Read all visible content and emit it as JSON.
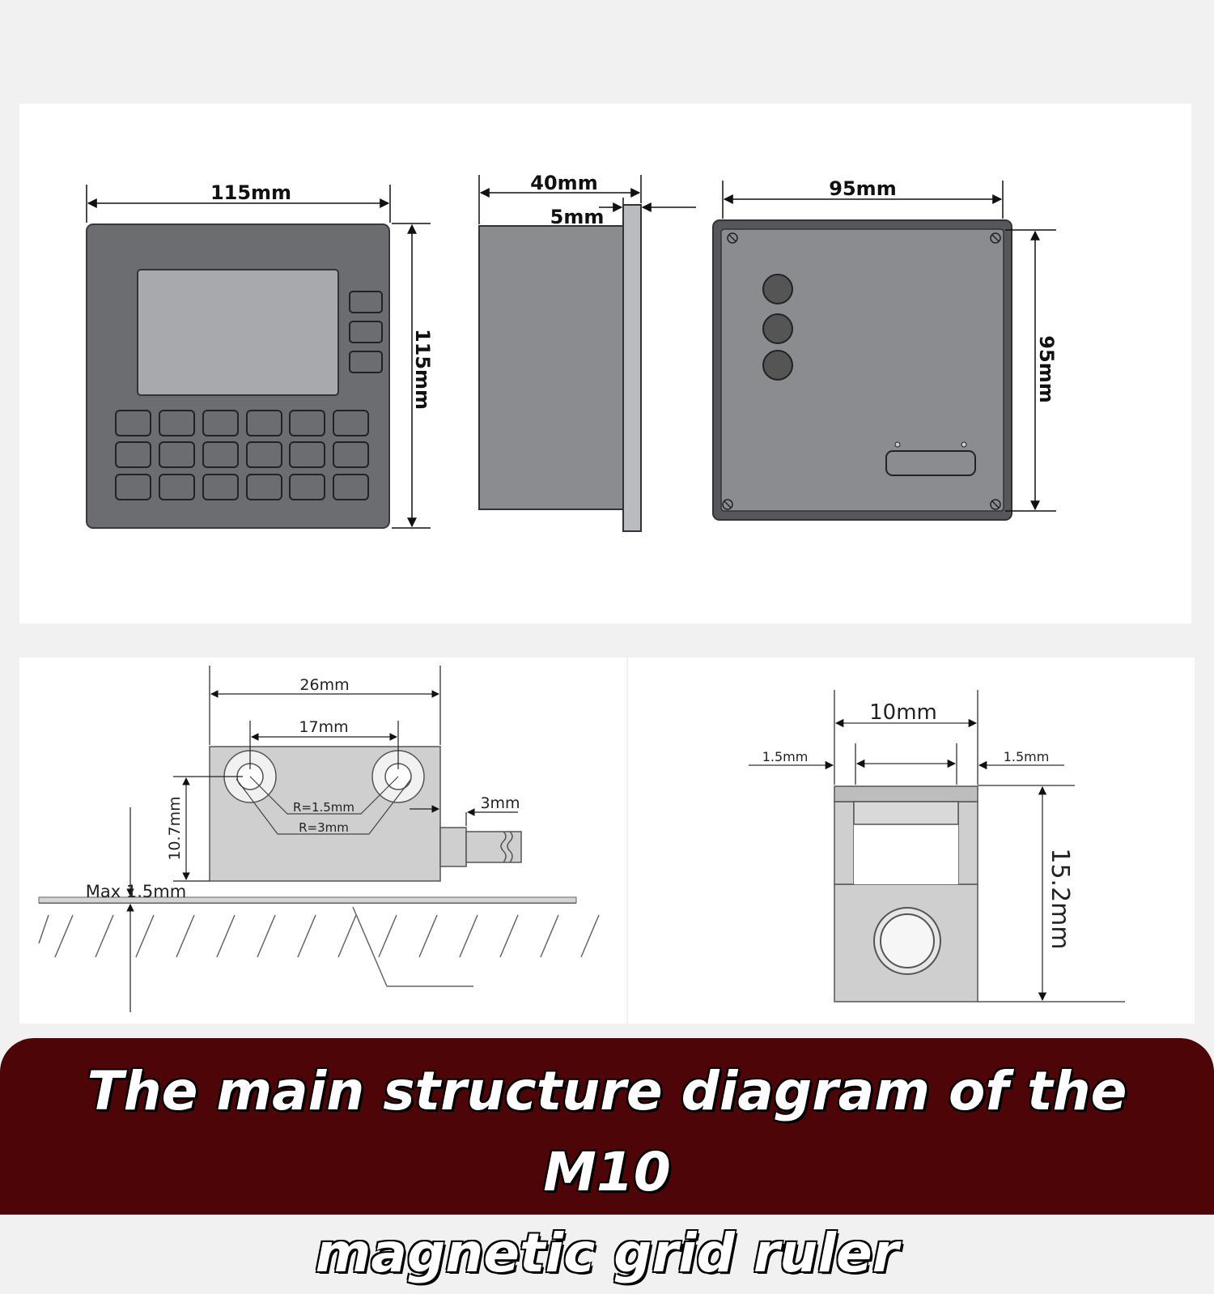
{
  "top_diagram": {
    "front_view": {
      "width_label": "115mm",
      "height_label": "115mm"
    },
    "side_view": {
      "depth_label": "40mm",
      "flange_label": "5mm"
    },
    "back_view": {
      "width_label": "95mm",
      "height_label": "95mm"
    }
  },
  "sensor_diagram": {
    "width_label": "26mm",
    "hole_spacing_label": "17mm",
    "height_label": "10.7mm",
    "inner_radius_label": "R=1.5mm",
    "outer_radius_label": "R=3mm",
    "cable_gap_label": "3mm",
    "gap_label": "Max 1.5mm"
  },
  "end_view_diagram": {
    "width_label": "10mm",
    "left_margin_label": "1.5mm",
    "right_margin_label": "1.5mm",
    "height_label": "15.2mm"
  },
  "banner": {
    "title_line1": "The main structure diagram of the M10",
    "title_line2": "magnetic grid ruler"
  },
  "colors": {
    "device_dark": "#6d6f73",
    "device_mid": "#8a8c90",
    "banner": "#4d0507"
  }
}
